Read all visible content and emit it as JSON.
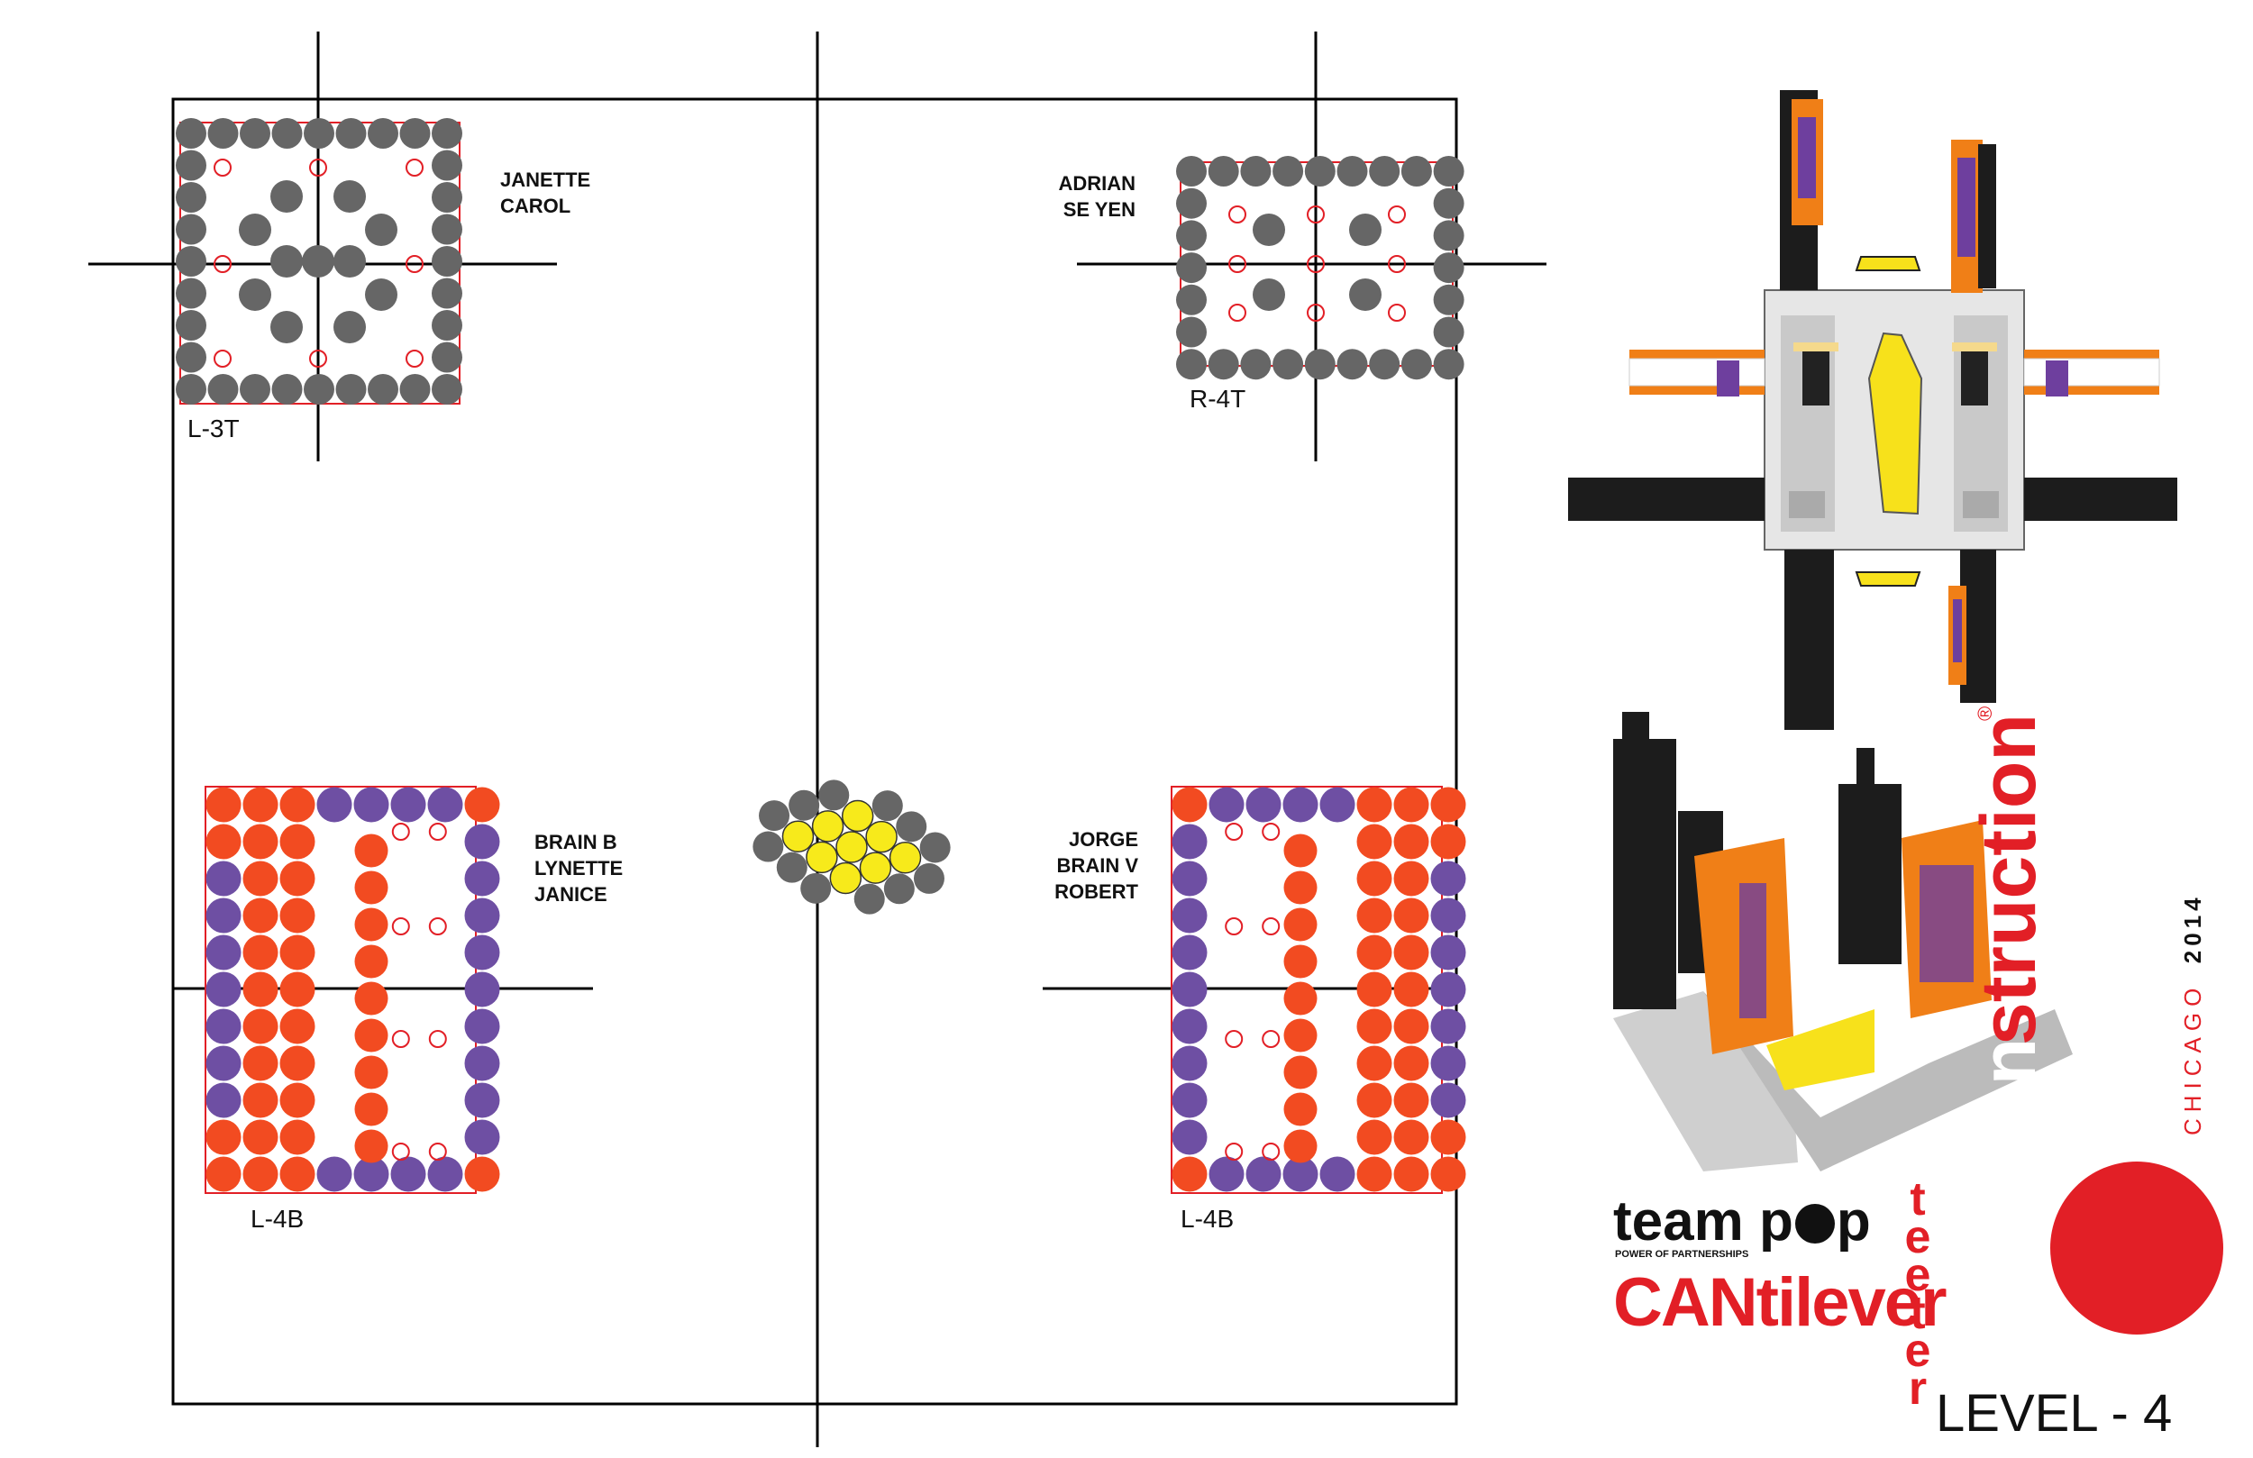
{
  "labels": {
    "top_left_names": [
      "JANETTE",
      "CAROL"
    ],
    "top_left_code": "L-3T",
    "top_right_names": [
      "ADRIAN",
      "SE YEN"
    ],
    "top_right_code": "R-4T",
    "bottom_left_names": [
      "BRAIN B",
      "LYNETTE",
      "JANICE"
    ],
    "bottom_left_code": "L-4B",
    "bottom_right_names": [
      "JORGE",
      "BRAIN V",
      "ROBERT"
    ],
    "bottom_right_code": "L-4B"
  },
  "brand": {
    "team": "team p",
    "team_tail": "p",
    "tagline": "POWER OF PARTNERSHIPS",
    "project": "CANtilever",
    "vertical": [
      "t",
      "e",
      "e",
      "t",
      "e",
      "r"
    ],
    "level": "LEVEL - 4",
    "logo_word_can": "can",
    "logo_word_struction": "struction",
    "logo_city": "CHICAGO",
    "logo_year": "2014",
    "logo_mark": "®"
  },
  "colors": {
    "gray_can": "#666666",
    "orange_can": "#f24b21",
    "purple_can": "#6e4fa3",
    "yellow_can": "#f7ea1b",
    "brand_red": "#e21f26",
    "line": "#000000",
    "guide_red": "#e21f26"
  },
  "images": {
    "top_view_icon": "cantilever-top-view-illustration",
    "model_icon": "cantilever-3d-model-illustration"
  }
}
